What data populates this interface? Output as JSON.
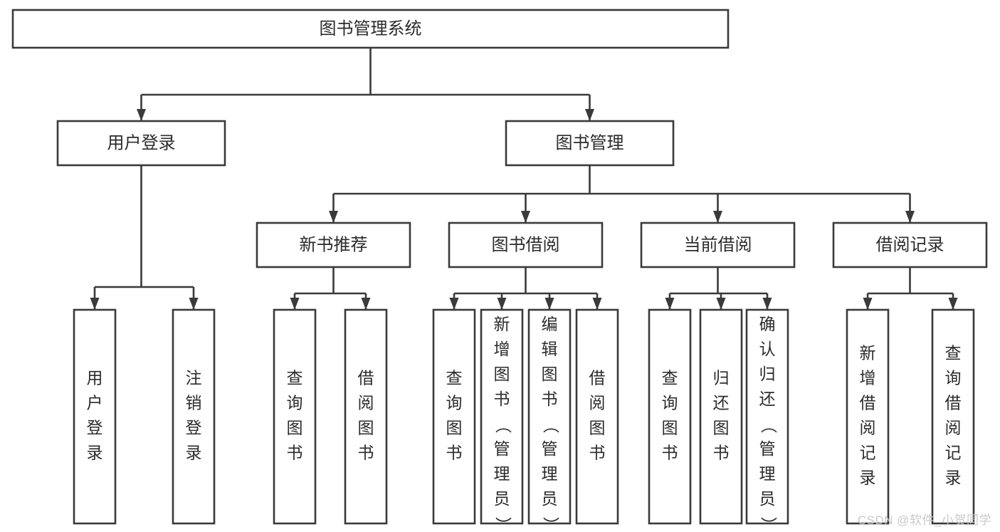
{
  "diagram": {
    "type": "tree-hierarchy",
    "title": "图书管理系统",
    "watermark": "CSDN @软件_小贺同学",
    "colors": {
      "stroke": "#3a3a3a",
      "box_fill": "#ffffff",
      "text": "#2b2b2b",
      "background": "#ffffff",
      "watermark_text": "#c9c9c9"
    },
    "root": {
      "label": "图书管理系统"
    },
    "level2": [
      {
        "label": "用户登录"
      },
      {
        "label": "图书管理"
      }
    ],
    "level3": [
      {
        "label": "新书推荐"
      },
      {
        "label": "图书借阅"
      },
      {
        "label": "当前借阅"
      },
      {
        "label": "借阅记录"
      }
    ],
    "leaves": {
      "user_login": [
        {
          "label": "用户登录"
        },
        {
          "label": "注销登录"
        }
      ],
      "new_book_recommend": [
        {
          "label": "查询图书"
        },
        {
          "label": "借阅图书"
        }
      ],
      "book_borrow": [
        {
          "label": "查询图书"
        },
        {
          "label": "新增图书（管理员）"
        },
        {
          "label": "编辑图书（管理员）"
        },
        {
          "label": "借阅图书"
        }
      ],
      "current_borrow": [
        {
          "label": "查询图书"
        },
        {
          "label": "归还图书"
        },
        {
          "label": "确认归还（管理员）"
        }
      ],
      "borrow_record": [
        {
          "label": "新增借阅记录"
        },
        {
          "label": "查询借阅记录"
        }
      ]
    }
  }
}
